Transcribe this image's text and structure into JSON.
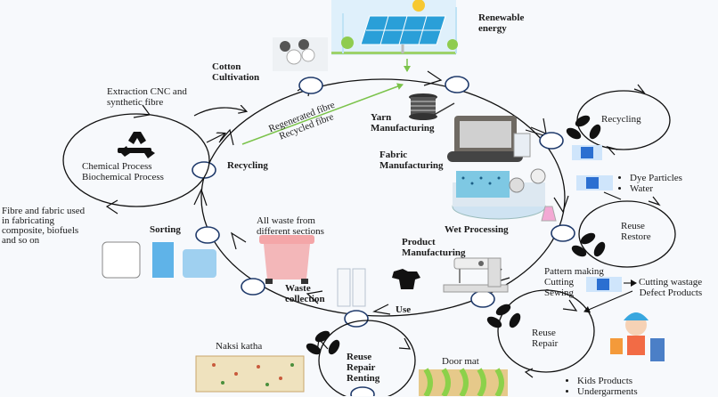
{
  "title": "Circular textile economy diagram",
  "colors": {
    "node_stroke": "#1f3a6b",
    "flow_line": "#111111",
    "green_arrow": "#7bc34b",
    "bin_pink": "#f0a4a6",
    "solar_blue": "#2a9fd8"
  },
  "main_cycle": {
    "stages": [
      {
        "id": "cotton",
        "label": "Cotton\nCultivation"
      },
      {
        "id": "yarn",
        "label": "Yarn\nManufacturing"
      },
      {
        "id": "fabric",
        "label": "Fabric\nManufacturing"
      },
      {
        "id": "wet",
        "label": "Wet Processing"
      },
      {
        "id": "product",
        "label": "Product\nManufacturing"
      },
      {
        "id": "use",
        "label": "Use"
      },
      {
        "id": "waste",
        "label": "Waste\ncollection"
      },
      {
        "id": "sorting",
        "label": "Sorting"
      },
      {
        "id": "recycling",
        "label": "Recycling"
      }
    ]
  },
  "renewable_energy": "Renewable\nenergy",
  "regenerated": {
    "line1": "Regenerated fibre",
    "line2": "Recycled fibre"
  },
  "extraction": "Extraction CNC and\nsynthetic fibre",
  "chemical_loop": {
    "line1": "Chemical Process",
    "line2": "Biochemical Process",
    "icon": "recycle-icon"
  },
  "fibre_use": "Fibre and fabric used\nin fabricating\ncomposite, biofuels\nand so on",
  "waste_note": "All waste from\ndifferent sections",
  "side_loops": {
    "recycling": {
      "label": "Recycling"
    },
    "dye": {
      "bullets": [
        "Dye Particles",
        "Water"
      ]
    },
    "reuse_restore": {
      "label": "Reuse\nRestore"
    },
    "pattern": {
      "label": "Pattern making\nCutting\nSewing"
    },
    "cutting_waste": {
      "label": "Cutting wastage\nDefect Products"
    },
    "reuse_repair": {
      "label": "Reuse\nRepair"
    },
    "kids": {
      "bullets": [
        "Kids Products",
        "Undergarments"
      ]
    },
    "reuse_repair_renting": {
      "label": "Reuse\nRepair\nRenting"
    },
    "naksi": "Naksi katha",
    "door_mat": "Door mat"
  }
}
